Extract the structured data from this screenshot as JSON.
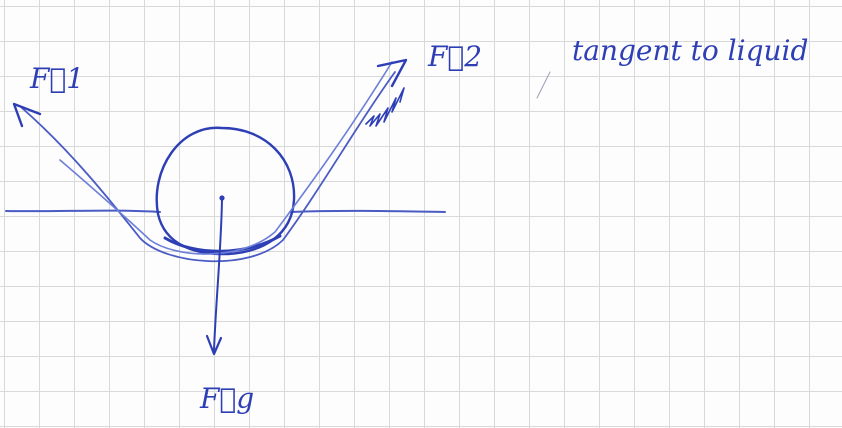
{
  "labels": {
    "f1": "F⃗1",
    "f2": "F⃗2",
    "fg": "F⃗g",
    "note": "tangent to liquid"
  },
  "colors": {
    "ink": "#2e3fb5",
    "ink_light": "#6d7fd9",
    "grid": "#d9d9d9"
  }
}
